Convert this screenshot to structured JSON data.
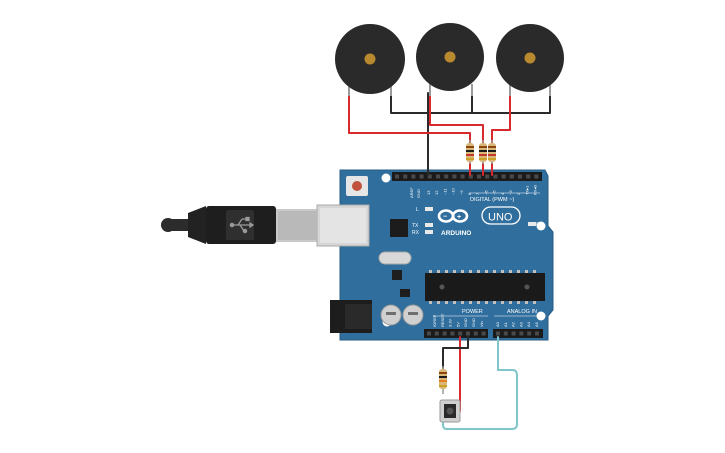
{
  "board": {
    "logo_text": "ARDUINO",
    "model": "UNO",
    "on_label": "ON",
    "l_label": "L",
    "tx_label": "TX",
    "rx_label": "RX",
    "digital_label": "DIGITAL (PWM ~)",
    "power_label": "POWER",
    "analog_label": "ANALOG IN",
    "aref_label": "AREF",
    "gnd_label": "GND",
    "digital_pins": [
      "13",
      "12",
      "~11",
      "~10",
      "~9",
      "8",
      "7",
      "~6",
      "~5",
      "4",
      "~3",
      "2",
      "TX▸1",
      "RX◂0"
    ],
    "power_pins": [
      "IOREF",
      "RESET",
      "3.3V",
      "5V",
      "GND",
      "GND",
      "Vin"
    ],
    "analog_pins": [
      "A0",
      "A1",
      "A2",
      "A3",
      "A4",
      "A5"
    ]
  },
  "components": {
    "buzzers": [
      "piezo-1",
      "piezo-2",
      "piezo-3"
    ],
    "resistors": 4,
    "pushbuttons": 1
  },
  "colors": {
    "board": "#2e6f9e",
    "wire_red": "#d8292f",
    "wire_black": "#2b2b2b",
    "wire_cyan": "#7fc5cc",
    "buzzer": "#2a2a2a",
    "buzzer_center": "#b8892f"
  }
}
